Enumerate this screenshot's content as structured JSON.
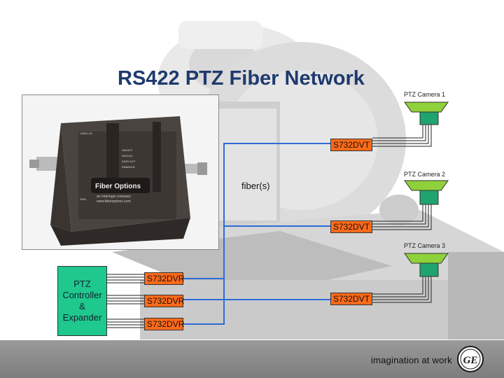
{
  "title": "RS422 PTZ Fiber Network",
  "cameras": [
    {
      "label": "PTZ Camera 1"
    },
    {
      "label": "PTZ Camera 2"
    },
    {
      "label": "PTZ Camera 3"
    }
  ],
  "transmitters": [
    {
      "label": "S732DVT"
    },
    {
      "label": "S732DVT"
    },
    {
      "label": "S732DVT"
    }
  ],
  "receivers": [
    {
      "label": "S732DVR"
    },
    {
      "label": "S732DVR"
    },
    {
      "label": "S732DVR"
    }
  ],
  "controller": {
    "label": "PTZ\nController\n&\nExpander"
  },
  "fiber_label": "fiber(s)",
  "device": {
    "brand": "Fiber Options",
    "sub": "an Interlogix company",
    "url": "www.fiberoptions.com",
    "ports": [
      "VIDEO IN",
      "ON/OFF",
      "DATA IN",
      "DATA OUT",
      "ENABLED",
      "GND"
    ]
  },
  "footer": {
    "tagline": "imagination at work",
    "logo_text": "GE"
  },
  "colors": {
    "title": "#1f3a6e",
    "fiber": "#2f6bd6",
    "orange": "#ff6a1a",
    "green": "#1fc88d",
    "camera": "#8fd13a"
  }
}
